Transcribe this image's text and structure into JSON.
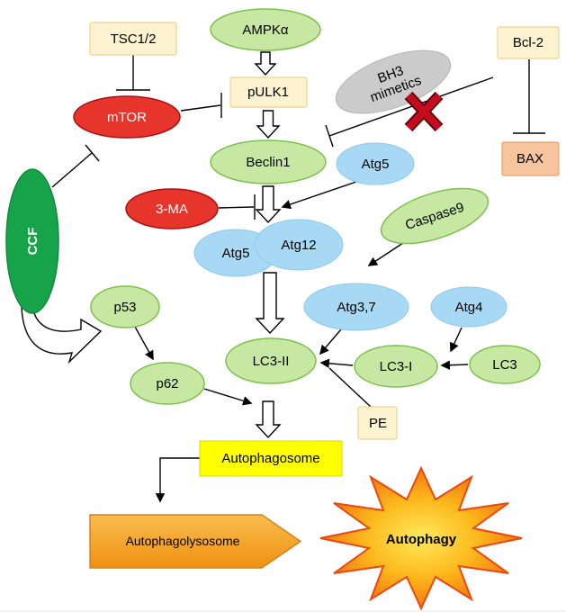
{
  "figure": {
    "type": "signaling-pathway-diagram",
    "topic": "Autophagy regulation pathway"
  },
  "nodes": {
    "tsc12": "TSC1/2",
    "ampk": "AMPKα",
    "pulk1": "pULK1",
    "bh3_line1": "BH3",
    "bh3_line2": "mimetics",
    "bcl2": "Bcl-2",
    "mtor": "mTOR",
    "beclin1": "Beclin1",
    "atg5_upper": "Atg5",
    "bax": "BAX",
    "ma3": "3-MA",
    "atg5": "Atg5",
    "atg12": "Atg12",
    "caspase9": "Caspase9",
    "ccf": "CCF",
    "p53": "p53",
    "atg37": "Atg3,7",
    "atg4": "Atg4",
    "p62": "p62",
    "lc3ii": "LC3-II",
    "lc3i": "LC3-I",
    "lc3": "LC3",
    "pe": "PE",
    "autophagosome": "Autophagosome",
    "autophagolysosome": "Autophagolysosome",
    "autophagy": "Autophagy"
  },
  "colors": {
    "green_fill": "#c7e8a3",
    "green_stroke": "#7ebf4d",
    "blue_fill": "#a8d9f4",
    "blue_stroke": "#8fc9ec",
    "red_fill": "#e8352b",
    "red_stroke": "#ab0f16",
    "gray_fill": "#cbcbcb",
    "gray_stroke": "#b5b5b5",
    "dark_green_fill": "#17a34a",
    "dark_green_stroke": "#0c8a3e",
    "cream_fill": "#fdf3d0",
    "cream_stroke": "#e8d494",
    "bax_fill": "#f6c49e",
    "bax_stroke": "#e9a26e",
    "bright_yellow": "#ffff00",
    "bright_yellow_stroke": "#d8d800",
    "orange_arrow": "#f5a230",
    "orange_arrow_stroke": "#d4821c",
    "burst_stroke": "#e8490f",
    "red_x": "#c60b1e",
    "line": "#000000"
  },
  "edges": [
    {
      "from": "TSC1/2",
      "to": "mTOR",
      "type": "inhibits"
    },
    {
      "from": "AMPKα",
      "to": "pULK1",
      "type": "activates"
    },
    {
      "from": "mTOR",
      "to": "pULK1",
      "type": "inhibits"
    },
    {
      "from": "pULK1",
      "to": "Beclin1",
      "type": "activates"
    },
    {
      "from": "Bcl-2",
      "to": "Beclin1",
      "type": "inhibits; interaction blocked (red X) by BH3 mimetics"
    },
    {
      "from": "Bcl-2",
      "to": "BAX",
      "type": "inhibits"
    },
    {
      "from": "Beclin1",
      "to": "Atg5/Atg12",
      "type": "activates"
    },
    {
      "from": "3-MA",
      "to": "Beclin1-Atg5/Atg12 step",
      "type": "inhibits"
    },
    {
      "from": "Atg5",
      "to": "Beclin1-Atg5/Atg12 step",
      "type": "feeds into"
    },
    {
      "from": "Caspase9",
      "to": "Atg3,7",
      "type": "activates"
    },
    {
      "from": "Atg5/Atg12",
      "to": "LC3-II",
      "type": "activates"
    },
    {
      "from": "Atg3,7",
      "to": "LC3-II conversion",
      "type": "activates"
    },
    {
      "from": "Atg4",
      "to": "LC3 to LC3-I conversion",
      "type": "activates"
    },
    {
      "from": "LC3",
      "to": "LC3-I",
      "type": "converts"
    },
    {
      "from": "LC3-I",
      "to": "LC3-II",
      "type": "converts with PE"
    },
    {
      "from": "CCF",
      "to": "mTOR",
      "type": "inhibits"
    },
    {
      "from": "CCF",
      "to": "p53",
      "type": "activates"
    },
    {
      "from": "p53",
      "to": "p62",
      "type": "activates"
    },
    {
      "from": "p62",
      "to": "LC3-II to Autophagosome step",
      "type": "feeds into"
    },
    {
      "from": "LC3-II",
      "to": "Autophagosome",
      "type": "produces"
    },
    {
      "from": "Autophagosome",
      "to": "Autophagolysosome",
      "type": "produces"
    },
    {
      "from": "Autophagolysosome",
      "to": "Autophagy",
      "type": "leads to"
    }
  ]
}
